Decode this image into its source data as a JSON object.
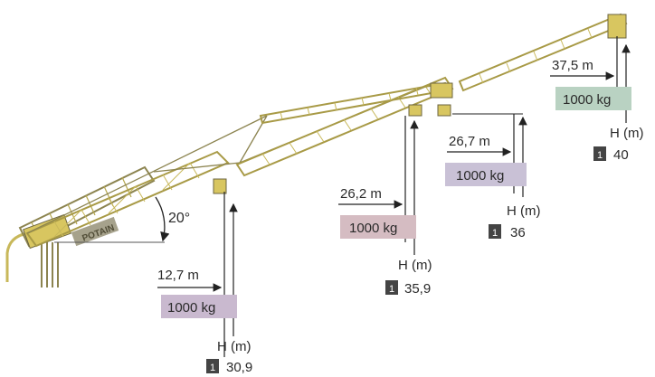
{
  "angle_label": "20°",
  "brand_label": "POTAIN",
  "configurations": [
    {
      "reach": "12,7 m",
      "load": "1000 kg",
      "height_label": "H (m)",
      "badge": "1",
      "height": "30,9",
      "load_color": "#c9b9cf"
    },
    {
      "reach": "26,2 m",
      "load": "1000 kg",
      "height_label": "H (m)",
      "badge": "1",
      "height": "35,9",
      "load_color": "#d5bcc2"
    },
    {
      "reach": "26,7 m",
      "load": "1000 kg",
      "height_label": "H (m)",
      "badge": "1",
      "height": "36",
      "load_color": "#c9c1d6"
    },
    {
      "reach": "37,5 m",
      "load": "1000 kg",
      "height_label": "H (m)",
      "badge": "1",
      "height": "40",
      "load_color": "#b9d2c2"
    }
  ],
  "colors": {
    "crane": "#c8b85a",
    "crane_dark": "#6b6440",
    "badge": "#444444",
    "line": "#222222"
  }
}
